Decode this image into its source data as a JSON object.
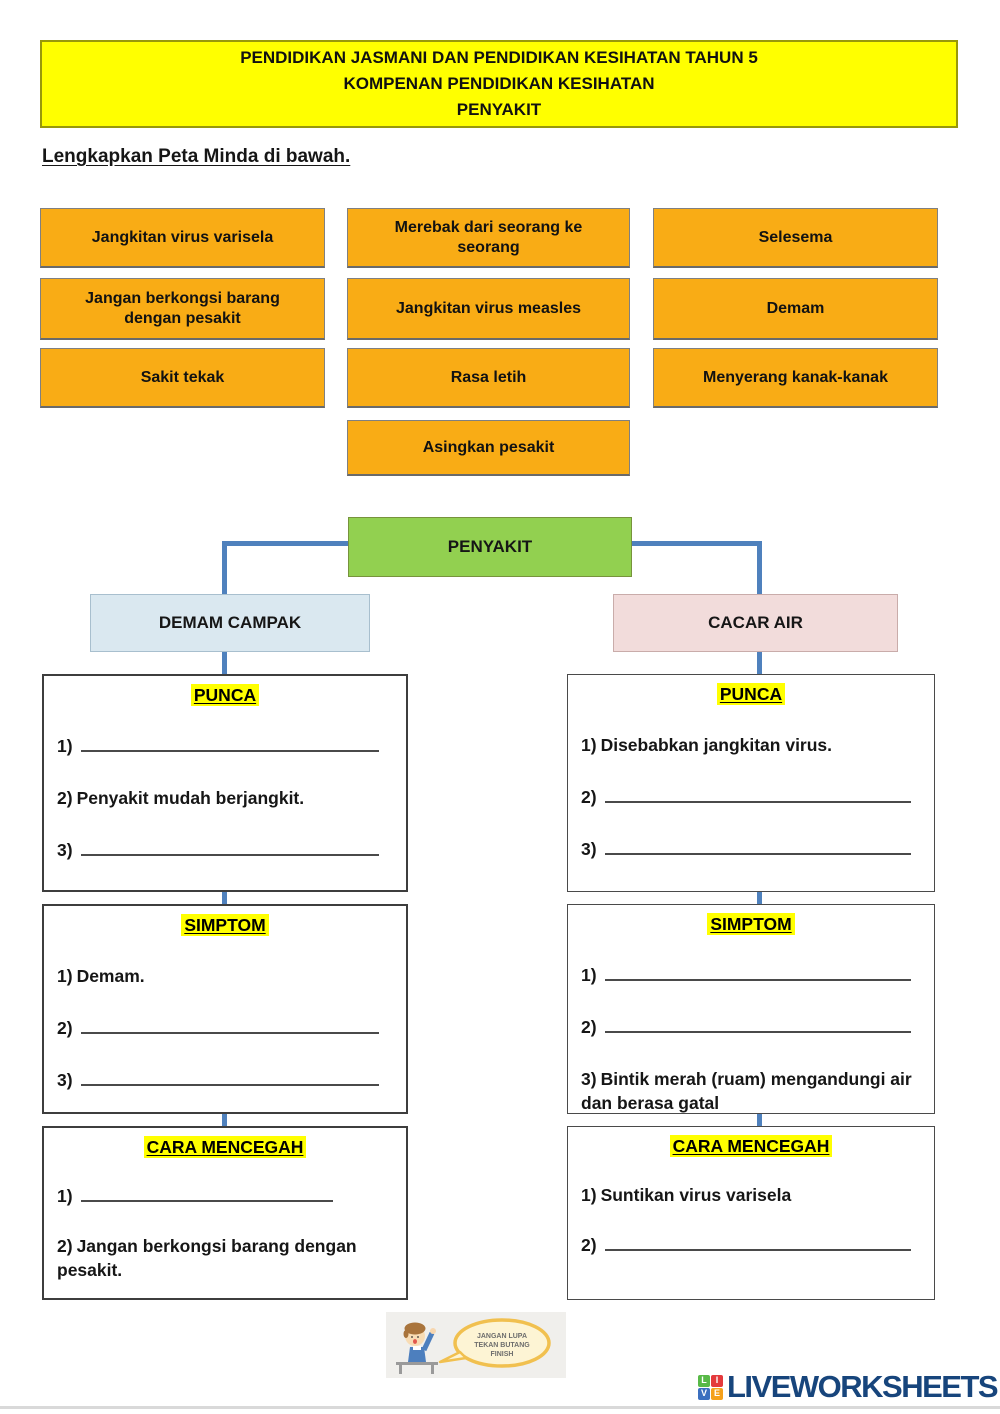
{
  "header": {
    "line1": "PENDIDIKAN JASMANI DAN PENDIDIKAN KESIHATAN TAHUN 5",
    "line2": "KOMPENAN PENDIDIKAN KESIHATAN",
    "line3": "PENYAKIT"
  },
  "instruction": "Lengkapkan Peta Minda di bawah.",
  "word_bank": {
    "items": [
      {
        "label": "Jangkitan virus varisela"
      },
      {
        "label": "Merebak dari seorang ke seorang"
      },
      {
        "label": "Selesema"
      },
      {
        "label": "Jangan berkongsi barang dengan pesakit"
      },
      {
        "label": "Jangkitan virus measles"
      },
      {
        "label": "Demam"
      },
      {
        "label": "Sakit tekak"
      },
      {
        "label": "Rasa letih"
      },
      {
        "label": "Menyerang kanak-kanak"
      },
      {
        "label": "Asingkan pesakit"
      }
    ]
  },
  "mind_map": {
    "root_label": "PENYAKIT",
    "left": {
      "title": "DEMAM CAMPAK",
      "punca": {
        "title": "PUNCA",
        "items": [
          {
            "num": "1)",
            "text": "",
            "blank": true
          },
          {
            "num": "2)",
            "text": "Penyakit mudah berjangkit.",
            "blank": false
          },
          {
            "num": "3)",
            "text": "",
            "blank": true
          }
        ]
      },
      "simptom": {
        "title": "SIMPTOM",
        "items": [
          {
            "num": "1)",
            "text": "Demam.",
            "blank": false
          },
          {
            "num": "2)",
            "text": "",
            "blank": true
          },
          {
            "num": "3)",
            "text": "",
            "blank": true
          }
        ]
      },
      "cara": {
        "title": "CARA MENCEGAH",
        "items": [
          {
            "num": "1)",
            "text": "",
            "blank": true
          },
          {
            "num": "2)",
            "text": "Jangan berkongsi barang dengan pesakit.",
            "blank": false
          }
        ]
      }
    },
    "right": {
      "title": "CACAR AIR",
      "punca": {
        "title": "PUNCA",
        "items": [
          {
            "num": "1)",
            "text": "Disebabkan jangkitan virus.",
            "blank": false
          },
          {
            "num": "2)",
            "text": "",
            "blank": true
          },
          {
            "num": "3)",
            "text": "",
            "blank": true
          }
        ]
      },
      "simptom": {
        "title": "SIMPTOM",
        "items": [
          {
            "num": "1)",
            "text": "",
            "blank": true
          },
          {
            "num": "2)",
            "text": "",
            "blank": true
          },
          {
            "num": "3)",
            "text": "Bintik merah (ruam) mengandungi air dan berasa gatal",
            "blank": false
          }
        ]
      },
      "cara": {
        "title": "CARA MENCEGAH",
        "items": [
          {
            "num": "1)",
            "text": "Suntikan virus varisela",
            "blank": false
          },
          {
            "num": "2)",
            "text": "",
            "blank": true
          }
        ]
      }
    }
  },
  "footer": {
    "bubble": {
      "line1": "JANGAN LUPA",
      "line2": "TEKAN BUTANG",
      "line3": "FINISH"
    },
    "logo": {
      "squares": [
        {
          "letter": "L"
        },
        {
          "letter": "I"
        },
        {
          "letter": "V"
        },
        {
          "letter": "E"
        }
      ],
      "text": "LIVEWORKSHEETS"
    }
  },
  "colors": {
    "header_bg": "#FFFF00",
    "word_bank_bg": "#F9AC15",
    "root_bg": "#92D050",
    "left_branch_bg": "#DAE8F0",
    "right_branch_bg": "#F2DCDB",
    "connector": "#4F81BD",
    "highlight": "#FFFF00",
    "logo_text": "#17457C"
  }
}
